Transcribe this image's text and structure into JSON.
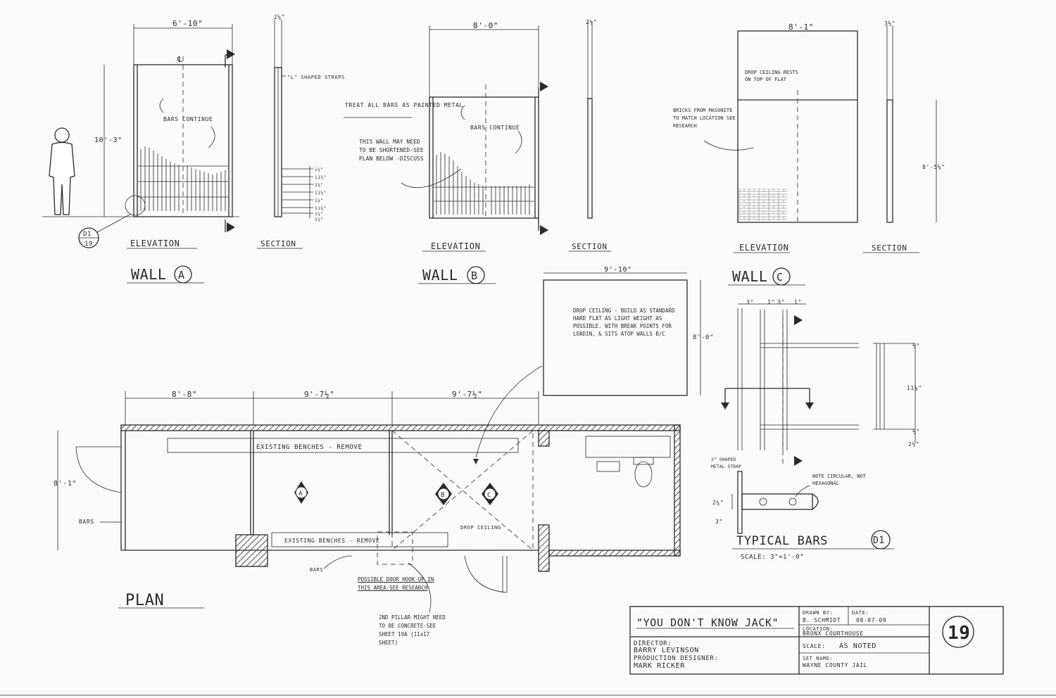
{
  "walls": [
    {
      "label": "WALL",
      "letter": "A",
      "elevation_label": "ELEVATION",
      "section_label": "SECTION",
      "width_dim": "6'-10\"",
      "height_dim": "10'-3\"",
      "section_dim": "2¼\"",
      "center_note": "BARS CONTINUE",
      "strap_note": "\"L\" SHAPED STRAPS",
      "bar_dims": [
        "1¼\"",
        "11¼\"",
        "1¼\"",
        "11¼\"",
        "1¼\"",
        "11¼\"",
        "1¼\"",
        "1¼\""
      ],
      "detail_tag": {
        "top": "D1",
        "bottom": "19"
      }
    },
    {
      "label": "WALL",
      "letter": "B",
      "elevation_label": "ELEVATION",
      "section_label": "SECTION",
      "width_dim": "8'-0\"",
      "section_dim": "2¼\"",
      "center_note": "BARS CONTINUE",
      "notes": [
        "TREAT ALL BARS AS PAINTED METAL",
        "THIS WALL MAY NEED TO BE SHORTENED-SEE PLAN BELOW -DISCUSS"
      ]
    },
    {
      "label": "WALL",
      "letter": "C",
      "elevation_label": "ELEVATION",
      "section_label": "SECTION",
      "width_dim": "8'-1\"",
      "height_dim": "8'-5⅛\"",
      "section_dim": "3½\"",
      "notes": [
        "DROP CEILING RESTS ON TOP OF FLAT",
        "BRICKS FROM MASONITE TO MATCH LOCATION SEE RESEARCH"
      ]
    }
  ],
  "drop_ceiling": {
    "width_dim": "9'-10\"",
    "height_dim": "8'-0\"",
    "note": "DROP CEILING - BUILD AS STANDARD HARD FLAT AS LIGHT WEIGHT AS POSSIBLE. WITH BREAK POINTS FOR LOADIN, & SITS ATOP WALLS B/C"
  },
  "typical_bars": {
    "title": "TYPICAL BARS",
    "tag": "D1",
    "scale": "SCALE: 3\"=1'-0\"",
    "top_dims": [
      "3\"",
      "1\"",
      "3\"",
      "1\""
    ],
    "side_dims": [
      "½\"",
      "11¼\"",
      "½\"",
      "2½\""
    ],
    "detail_dims": [
      "2¼\"",
      "3\""
    ],
    "strap_note": "2\" SHAPED METAL STRAP",
    "note": "NOTE CIRCULAR, NOT HEXAGONAL"
  },
  "plan": {
    "title": "PLAN",
    "dims": [
      "8'-8\"",
      "9'-7½\"",
      "9'-7½\""
    ],
    "left_dim": "8'-1\"",
    "bench_top": "EXISTING BENCHES - REMOVE",
    "bench_bottom": "EXISTING BENCHES - REMOVE",
    "bars_left": "BARS",
    "bars_bottom": "BARS",
    "drop_ceiling": "DROP CEILING",
    "markers": [
      "A",
      "B",
      "C"
    ],
    "door_note": "POSSIBLE DOOR HOOK-UP IN THIS AREA-SEE RESEARCH",
    "pillar_note": "2ND PILLAR MIGHT NEED TO BE CONCRETE-SEE SHEET 19A (11x17 SHEET)"
  },
  "title_block": {
    "title": "\"YOU DON'T KNOW JACK\"",
    "director_label": "DIRECTOR:",
    "director": "BARRY LEVINSON",
    "designer_label": "PRODUCTION DESIGNER:",
    "designer": "MARK RICKER",
    "drawn_label": "DRAWN BY:",
    "drawn": "B. SCHMIDT",
    "date_label": "DATE:",
    "date": "08-07-09",
    "location_label": "LOCATION:",
    "location": "BRONX COURTHOUSE",
    "scale_label": "SCALE:",
    "scale": "AS NOTED",
    "set_label": "SET NAME:",
    "set": "WAYNE COUNTY JAIL",
    "sheet": "19"
  }
}
